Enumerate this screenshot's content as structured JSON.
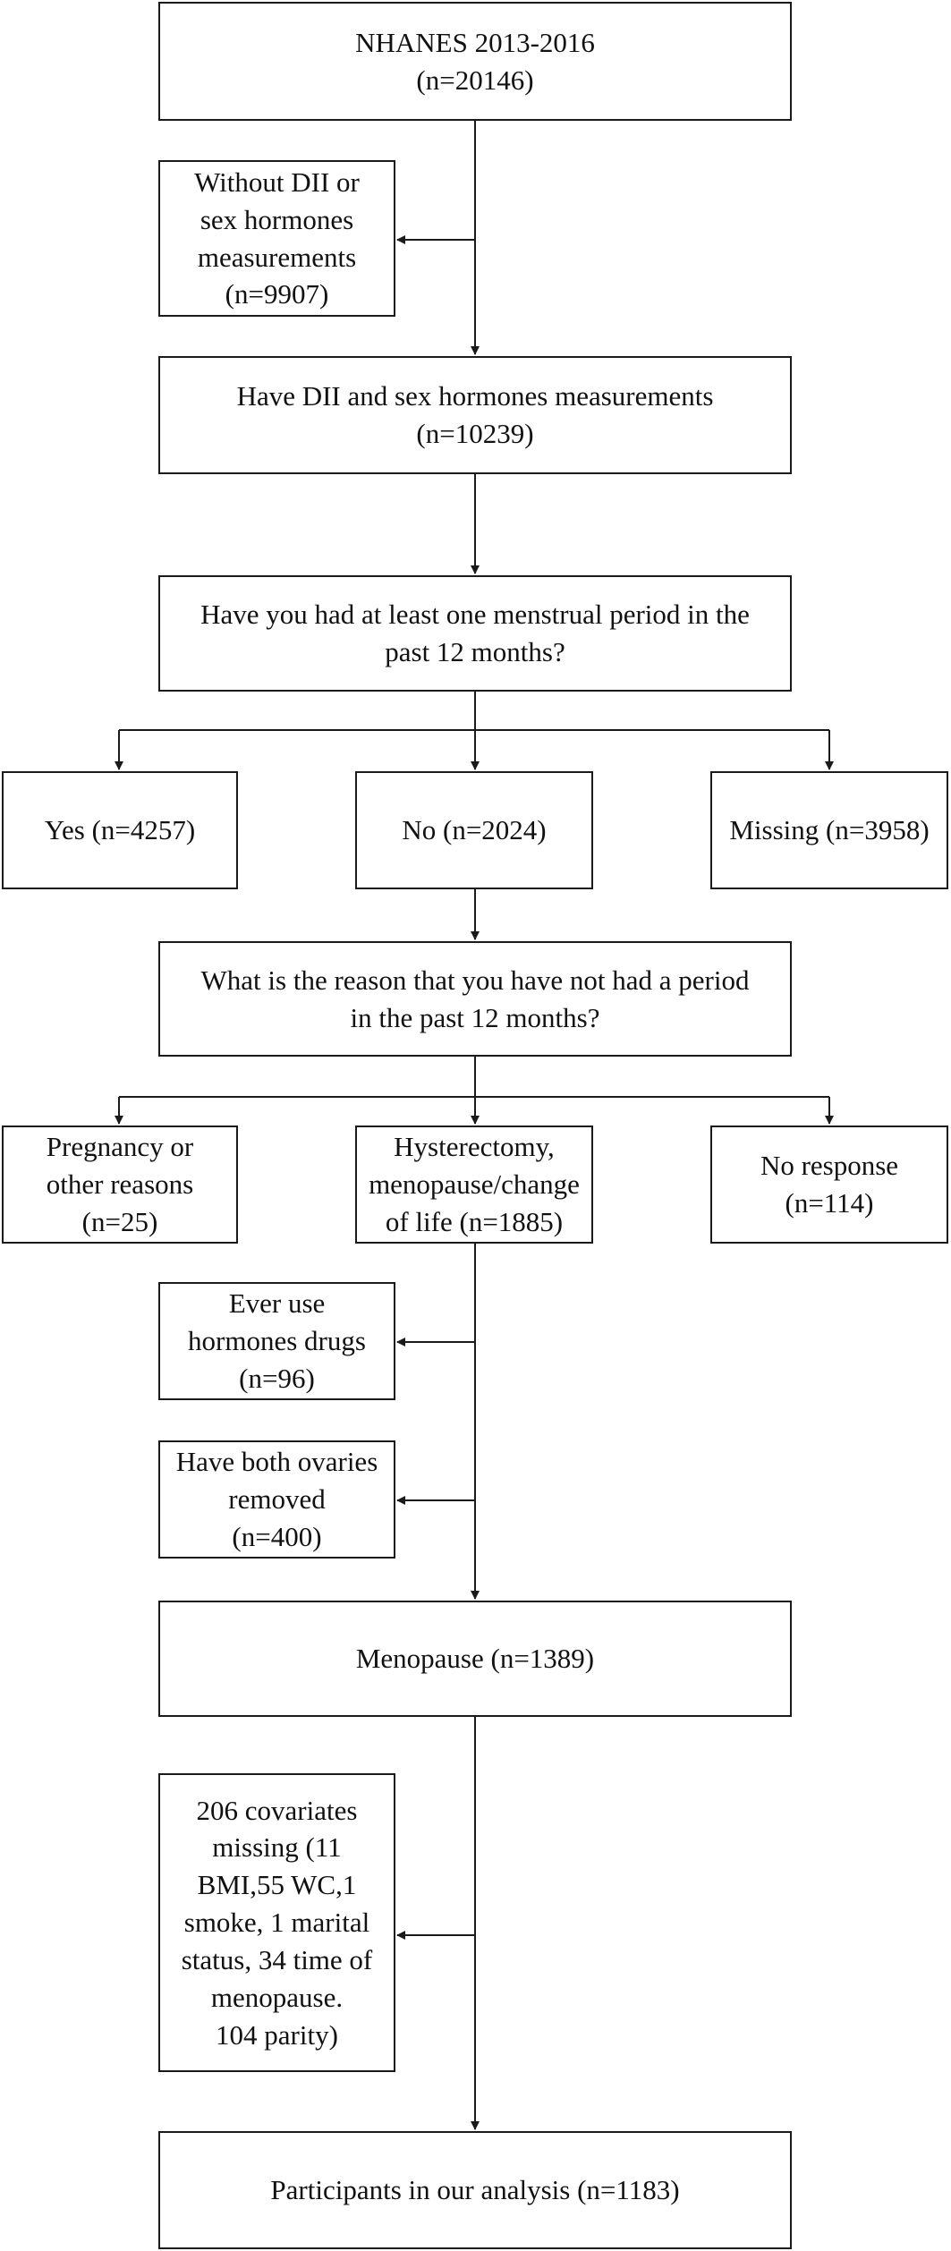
{
  "flowchart": {
    "nodes": {
      "nhanes": "NHANES 2013-2016\n(n=20146)",
      "excl_no_dii": "Without DII or\nsex hormones\nmeasurements\n(n=9907)",
      "have_dii": "Have DII and sex hormones measurements\n(n=10239)",
      "q_period": "Have you had at least one menstrual period in the\npast 12 months?",
      "yes": "Yes (n=4257)",
      "no": "No (n=2024)",
      "missing": "Missing (n=3958)",
      "q_reason": "What is the reason that you have not had a period\nin the past 12 months?",
      "pregnancy": "Pregnancy or\nother reasons\n(n=25)",
      "hysterectomy": "Hysterectomy,\nmenopause/change\nof life (n=1885)",
      "no_response": "No response\n(n=114)",
      "excl_hormones": "Ever use\nhormones  drugs\n(n=96)",
      "excl_ovaries": "Have both ovaries\nremoved\n(n=400)",
      "menopause": "Menopause (n=1389)",
      "excl_covariates": "206 covariates\nmissing (11\nBMI,55 WC,1\nsmoke, 1 marital\nstatus, 34  time of\nmenopause.\n104 parity)",
      "final": "Participants in our analysis (n=1183)"
    },
    "colors": {
      "line": "#1a1a1a",
      "box_fill": "#ffffff",
      "text": "#111111"
    }
  }
}
